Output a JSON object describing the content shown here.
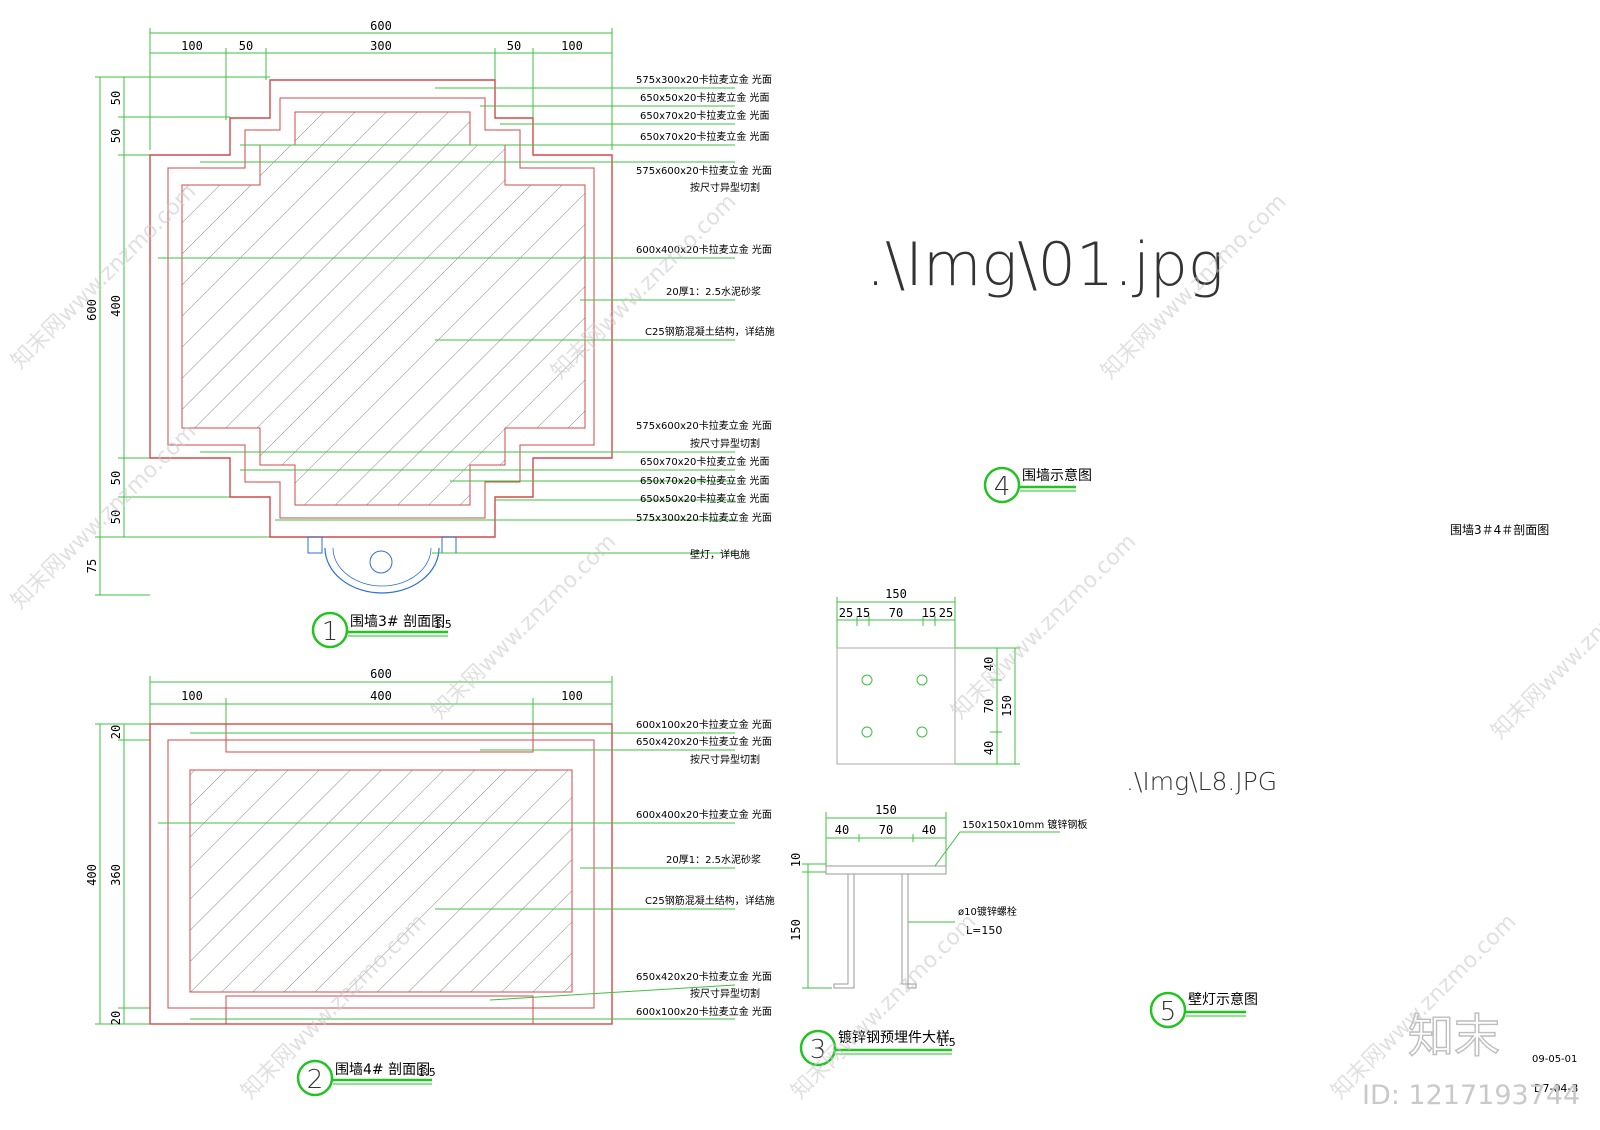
{
  "fig1": {
    "top_total": "600",
    "top_parts": [
      "100",
      "50",
      "300",
      "50",
      "100"
    ],
    "left_total": "600",
    "left_parts": [
      "50",
      "50",
      "400",
      "50",
      "50"
    ],
    "left_extra": "75",
    "leaders": [
      "575x300x20卡拉麦立金 光面",
      "650x50x20卡拉麦立金 光面",
      "650x70x20卡拉麦立金 光面",
      "650x70x20卡拉麦立金 光面",
      "575x600x20卡拉麦立金 光面",
      "按尺寸异型切割",
      "600x400x20卡拉麦立金 光面",
      "20厚1：2.5水泥砂浆",
      "C25钢筋混凝土结构，详结施",
      "575x600x20卡拉麦立金 光面",
      "按尺寸异型切割",
      "650x70x20卡拉麦立金 光面",
      "650x70x20卡拉麦立金 光面",
      "650x50x20卡拉麦立金 光面",
      "575x300x20卡拉麦立金 光面",
      "壁灯，详电施"
    ],
    "num": "1",
    "title": "围墙3# 剖面图",
    "scale": "1:5"
  },
  "fig2": {
    "top_total": "600",
    "top_parts": [
      "100",
      "400",
      "100"
    ],
    "left_total": "400",
    "left_parts": [
      "20",
      "360",
      "20"
    ],
    "leaders": [
      "600x100x20卡拉麦立金 光面",
      "650x420x20卡拉麦立金 光面",
      "按尺寸异型切割",
      "600x400x20卡拉麦立金 光面",
      "20厚1：2.5水泥砂浆",
      "C25钢筋混凝土结构，详结施",
      "650x420x20卡拉麦立金 光面",
      "按尺寸异型切割",
      "600x100x20卡拉麦立金 光面"
    ],
    "num": "2",
    "title": "围墙4# 剖面图",
    "scale": "1:5"
  },
  "fig3": {
    "plan_total": "150",
    "plan_parts": [
      "25",
      "15",
      "70",
      "15",
      "25"
    ],
    "plan_right_total": "150",
    "plan_right_parts": [
      "40",
      "70",
      "40"
    ],
    "sect_total": "150",
    "sect_parts": [
      "40",
      "70",
      "40"
    ],
    "sect_left_parts": [
      "10",
      "150"
    ],
    "plate_note": "150x150x10mm 镀锌钢板",
    "bolt_note": "ø10镀锌螺栓",
    "bolt_len": "L=150",
    "num": "3",
    "title": "镀锌钢预埋件大样",
    "scale": "1:5"
  },
  "fig4": {
    "image_ref": ".\\Img\\01.jpg",
    "num": "4",
    "title": "围墙示意图"
  },
  "fig5": {
    "image_ref": ".\\Img\\L8.JPG",
    "num": "5",
    "title": "壁灯示意图"
  },
  "sheet": {
    "title": "围墙3＃4＃剖面图",
    "code": "09-05-01",
    "page": "D7-04-3"
  },
  "branding": {
    "logo": "知末",
    "id_label": "ID: 1217193744",
    "watermark": "知末网www.znzmo.com"
  },
  "colors": {
    "dim_line": "#3fbf3f",
    "outline": "#d24a4a",
    "circle": "#22c322",
    "hatch": "#555555",
    "light": "#2f6fd6"
  }
}
